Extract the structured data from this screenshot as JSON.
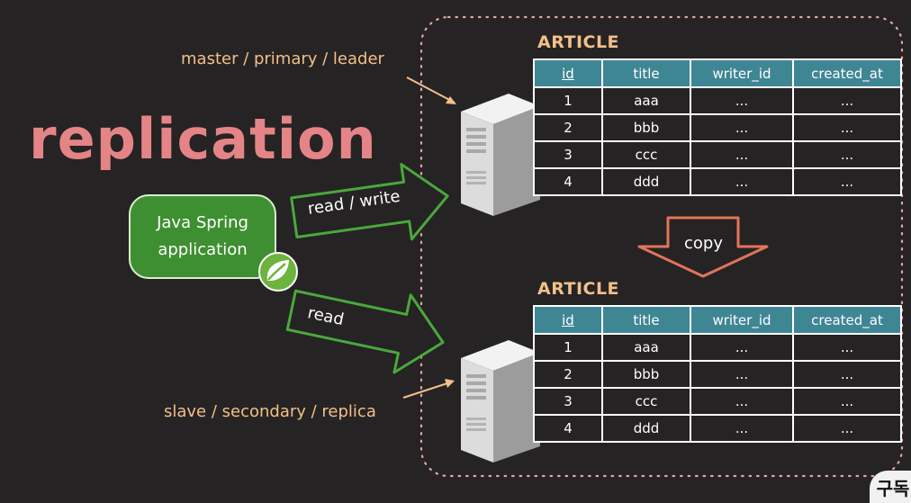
{
  "title": "replication",
  "labels": {
    "master": "master / primary / leader",
    "slave": "slave / secondary / replica"
  },
  "app": {
    "line1": "Java Spring",
    "line2": "application"
  },
  "arrows": {
    "read_write": "read / write",
    "read": "read",
    "copy": "copy"
  },
  "tables": [
    {
      "name": "ARTICLE",
      "columns": [
        "id",
        "title",
        "writer_id",
        "created_at"
      ],
      "rows": [
        [
          "1",
          "aaa",
          "...",
          "..."
        ],
        [
          "2",
          "bbb",
          "...",
          "..."
        ],
        [
          "3",
          "ccc",
          "...",
          "..."
        ],
        [
          "4",
          "ddd",
          "...",
          "..."
        ]
      ]
    },
    {
      "name": "ARTICLE",
      "columns": [
        "id",
        "title",
        "writer_id",
        "created_at"
      ],
      "rows": [
        [
          "1",
          "aaa",
          "...",
          "..."
        ],
        [
          "2",
          "bbb",
          "...",
          "..."
        ],
        [
          "3",
          "ccc",
          "...",
          "..."
        ],
        [
          "4",
          "ddd",
          "...",
          "..."
        ]
      ]
    }
  ],
  "corner_text": "구독",
  "colors": {
    "background": "#262324",
    "title": "#e48486",
    "label": "#f2c08a",
    "app_green": "#3e8f31",
    "table_header": "#3f8695",
    "copy_arrow": "#e2745a"
  },
  "icons": [
    "server-icon",
    "spring-leaf-icon",
    "arrow-icon"
  ]
}
